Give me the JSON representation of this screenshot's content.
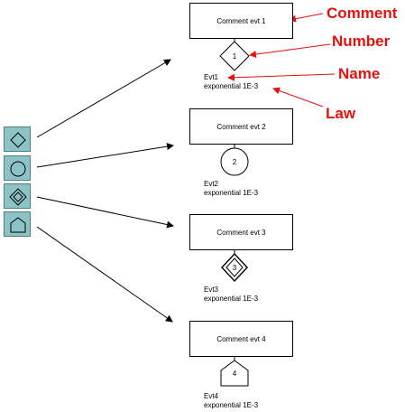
{
  "toolbar": {
    "buttons": [
      {
        "icon": "diamond-icon"
      },
      {
        "icon": "circle-icon"
      },
      {
        "icon": "double-diamond-icon"
      },
      {
        "icon": "house-icon"
      }
    ],
    "color": "#8cc3c6"
  },
  "events": [
    {
      "comment": "Comment evt 1",
      "number": "1",
      "name": "Evt1",
      "law": "exponential 1E-3",
      "shape": "diamond"
    },
    {
      "comment": "Comment evt 2",
      "number": "2",
      "name": "Evt2",
      "law": "exponential 1E-3",
      "shape": "circle"
    },
    {
      "comment": "Comment evt 3",
      "number": "3",
      "name": "Evt3",
      "law": "exponential 1E-3",
      "shape": "double-diamond"
    },
    {
      "comment": "Comment evt 4",
      "number": "4",
      "name": "Evt4",
      "law": "exponential 1E-3",
      "shape": "house"
    }
  ],
  "annotations": {
    "comment": "Comment",
    "number": "Number",
    "name": "Name",
    "law": "Law",
    "color": "#e8100d"
  }
}
